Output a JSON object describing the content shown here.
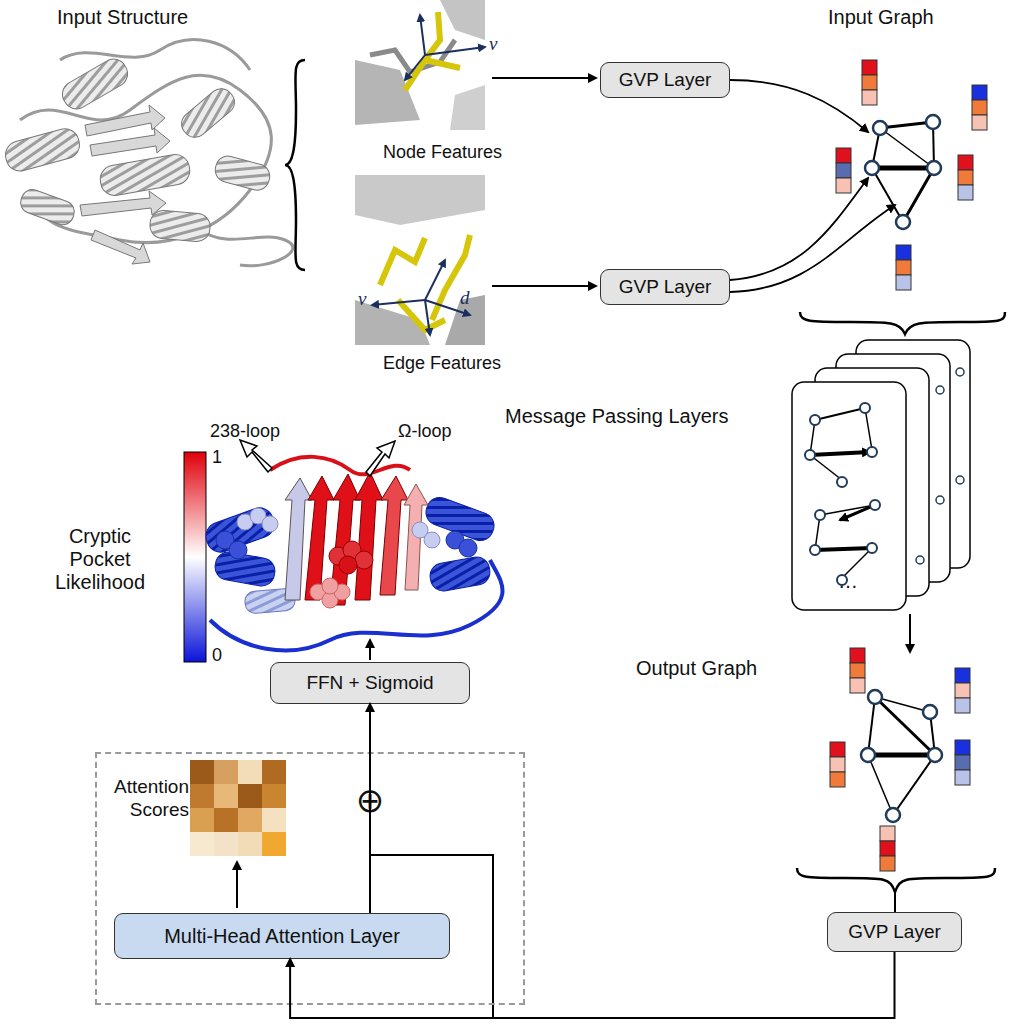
{
  "diagram": {
    "nodes": [
      {
        "text": [
          "GVP Layer"
        ]
      },
      {
        "text": [
          "GVP Layer"
        ]
      },
      {
        "text": [
          "FFN + Sigmoid"
        ]
      },
      {
        "text": [
          "Attention Scores"
        ]
      },
      {
        "text": [
          "Multi-Head Attention Layer"
        ],
        "in": 3
      },
      {
        "text": [
          "GVP Layer"
        ]
      }
    ],
    "edges": [
      {
        "from": 5,
        "to": 4,
        "arrow": "to"
      },
      {
        "from": 4,
        "to": 2,
        "arrow": "to"
      }
    ],
    "labels": [
      "Input Structure",
      "Input Graph",
      "v⃗",
      "Node Features",
      "v⃗",
      "d",
      "Edge Features",
      "Message Passing Layers",
      "…",
      "Output Graph",
      "238-loop",
      "Ω-loop",
      "1",
      "Cryptic Pocket Likelihood",
      "0",
      "⊕"
    ]
  }
}
